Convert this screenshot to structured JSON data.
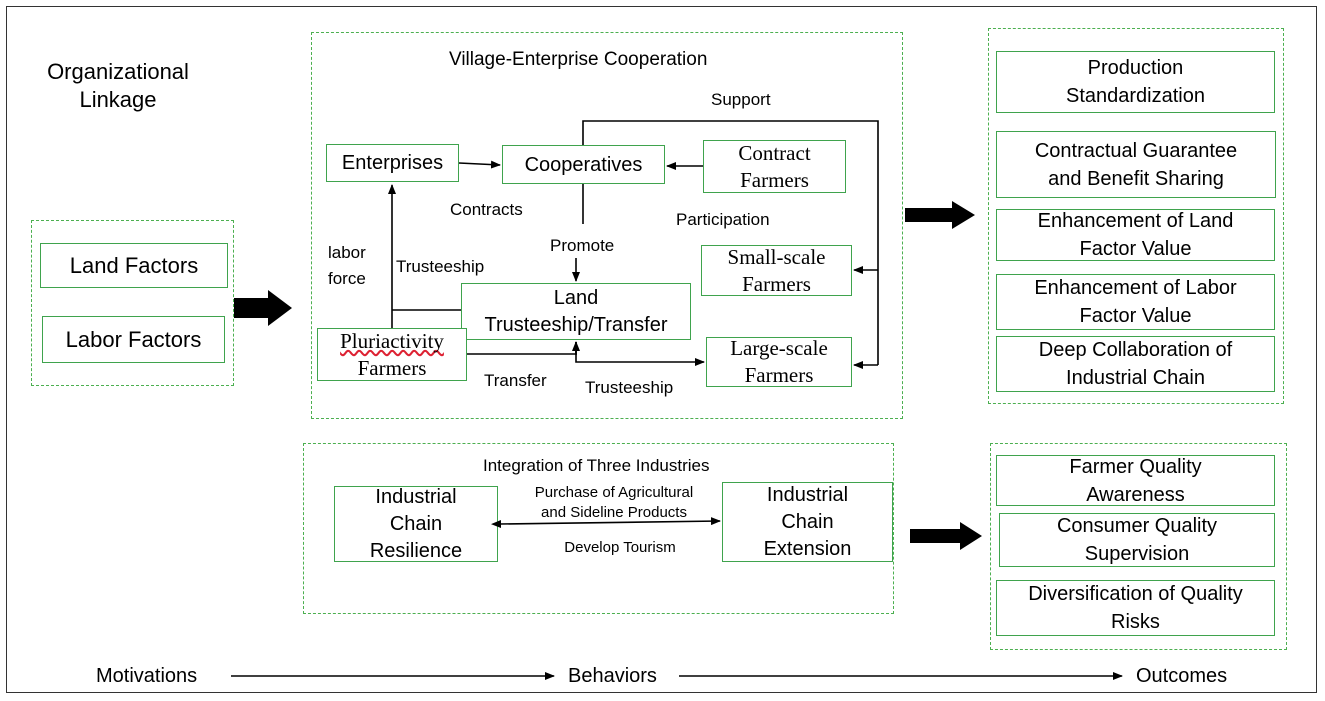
{
  "title": "Organizational\nLinkage",
  "motivations": {
    "land": "Land Factors",
    "labor": "Labor Factors"
  },
  "vec": {
    "title": "Village-Enterprise Cooperation",
    "enterprises": "Enterprises",
    "cooperatives": "Cooperatives",
    "contract_farmers": "Contract\nFarmers",
    "small_farmers": "Small-scale\nFarmers",
    "large_farmers": "Large-scale\nFarmers",
    "pluriactivity": "Pluriactivity",
    "pluriactivity_2": "Farmers",
    "land_trusteeship": "Land\nTrusteeship/Transfer",
    "labels": {
      "support": "Support",
      "contracts": "Contracts",
      "participation": "Participation",
      "promote": "Promote",
      "labor_force": "labor\nforce",
      "trusteeship_left": "Trusteeship",
      "transfer": "Transfer",
      "trusteeship_bottom": "Trusteeship"
    }
  },
  "integration": {
    "title": "Integration of Three Industries",
    "resilience": "Industrial\nChain\nResilience",
    "extension": "Industrial\nChain\nExtension",
    "purchase": "Purchase of Agricultural\nand Sideline Products",
    "tourism": "Develop Tourism"
  },
  "outcomes_top": [
    "Production\nStandardization",
    "Contractual Guarantee\nand Benefit Sharing",
    "Enhancement of Land\nFactor Value",
    "Enhancement of Labor\nFactor Value",
    "Deep Collaboration of\nIndustrial Chain"
  ],
  "outcomes_bottom": [
    "Farmer Quality\nAwareness",
    "Consumer Quality\nSupervision",
    "Diversification of Quality\nRisks"
  ],
  "axis": {
    "motivations": "Motivations",
    "behaviors": "Behaviors",
    "outcomes": "Outcomes"
  }
}
